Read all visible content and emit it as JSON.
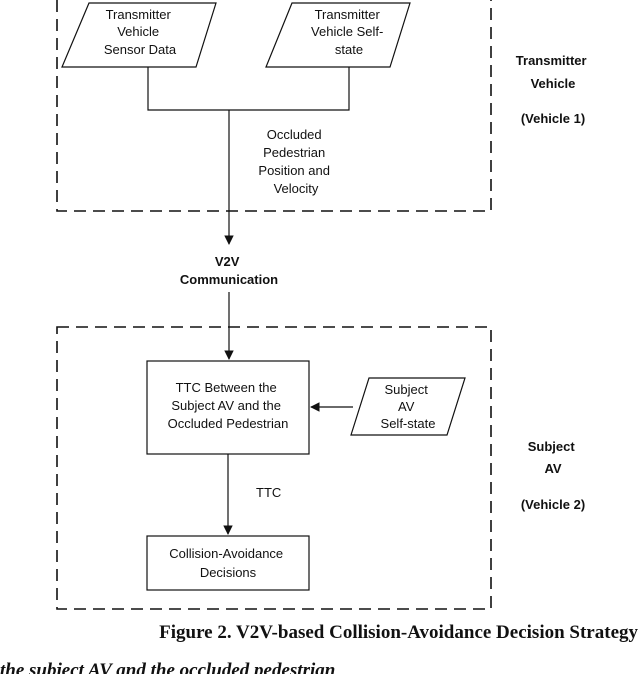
{
  "nodes": {
    "tx_sensor": [
      "Transmitter",
      "Vehicle",
      "Sensor Data"
    ],
    "tx_self": [
      "Transmitter",
      "Vehicle Self-",
      "state"
    ],
    "ttc_box": [
      "TTC Between the",
      "Subject AV and the",
      "Occluded Pedestrian"
    ],
    "subj_self": [
      "Subject",
      "AV",
      "Self-state"
    ],
    "decisions": [
      "Collision-Avoidance",
      "Decisions"
    ]
  },
  "edges": {
    "occluded": [
      "Occluded",
      "Pedestrian",
      "Position and",
      "Velocity"
    ],
    "v2v": [
      "V2V",
      "Communication"
    ],
    "ttc": "TTC"
  },
  "groups": {
    "transmitter": [
      "Transmitter",
      "Vehicle"
    ],
    "transmitter_id": "(Vehicle 1)",
    "subject": [
      "Subject",
      "AV"
    ],
    "subject_id": "(Vehicle 2)"
  },
  "caption": "Figure 2. V2V-based Collision-Avoidance Decision Strategy",
  "cutoff_text": "the subject AV and the occluded pedestrian"
}
